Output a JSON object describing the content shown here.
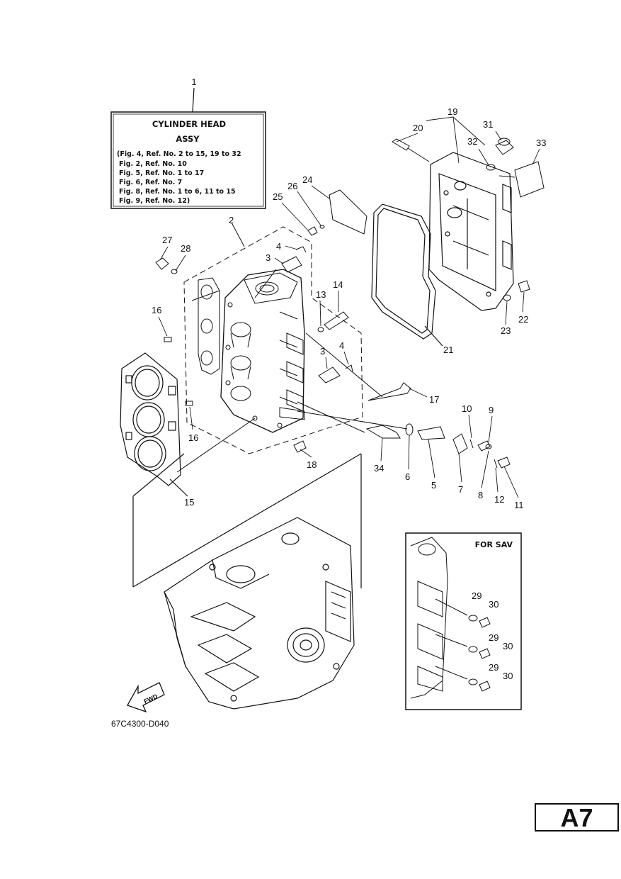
{
  "assy_box": {
    "ref": "1",
    "title_line1": "CYLINDER HEAD",
    "title_line2": "ASSY",
    "lines": [
      "(Fig. 4, Ref. No. 2 to 15, 19 to 32",
      "Fig. 2, Ref. No. 10",
      "Fig. 5, Ref. No. 1 to 17",
      "Fig. 6, Ref. No. 7",
      "Fig. 8, Ref. No. 1 to 6, 11 to 15",
      "Fig. 9, Ref. No. 12)"
    ]
  },
  "callouts": {
    "c2": "2",
    "c3a": "3",
    "c3b": "3",
    "c4a": "4",
    "c4b": "4",
    "c5": "5",
    "c6": "6",
    "c7": "7",
    "c8": "8",
    "c9": "9",
    "c10": "10",
    "c11": "11",
    "c12": "12",
    "c13": "13",
    "c14": "14",
    "c15": "15",
    "c16a": "16",
    "c16b": "16",
    "c17": "17",
    "c18": "18",
    "c19": "19",
    "c20": "20",
    "c21": "21",
    "c22": "22",
    "c23": "23",
    "c24": "24",
    "c25": "25",
    "c26": "26",
    "c27": "27",
    "c28": "28",
    "c29a": "29",
    "c29b": "29",
    "c29c": "29",
    "c30a": "30",
    "c30b": "30",
    "c30c": "30",
    "c31": "31",
    "c32": "32",
    "c33": "33",
    "c34": "34"
  },
  "inset": {
    "title": "FOR SAV"
  },
  "fwd_label": "FWD",
  "drawing_code": "67C4300-D040",
  "page_tag": "A7"
}
